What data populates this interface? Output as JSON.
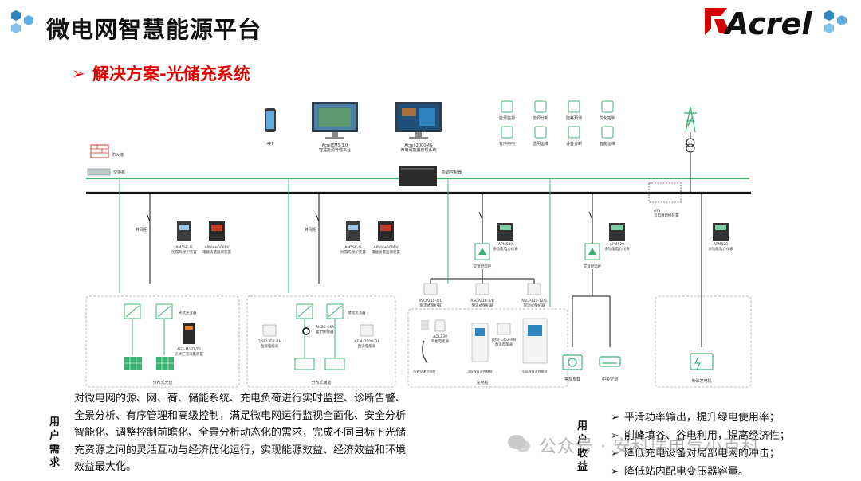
{
  "header": {
    "title": "微电网智慧能源平台",
    "brand": "Acrel"
  },
  "section": {
    "arrow": "➢",
    "subtitle": "解决方案-光储充系统"
  },
  "diagram": {
    "platforms": [
      {
        "label": "APP"
      },
      {
        "label1": "AcrelEMS 3.0",
        "label2": "智慧能源管理平台"
      },
      {
        "label1": "Acrel-2000MG",
        "label2": "微电网能量管理系统"
      }
    ],
    "functions": [
      "能源监视",
      "能源分析",
      "能耗预测",
      "优化控制",
      "有序用电",
      "透明运维",
      "设备诊断",
      "智能运维"
    ],
    "firewall": "防火墙",
    "switch": "交换机",
    "controller": "协调控制器",
    "ats": "ATS\n双电源切换装置",
    "breaker1": "并网柜",
    "breaker2": "并网柜",
    "relay1": {
      "a": "AM5SE-IS",
      "b": "防孤岛保护装置"
    },
    "pq1": {
      "a": "APView500PV",
      "b": "电能质量监测装置"
    },
    "relay2": {
      "a": "AM5SE-IS",
      "b": "防孤岛保护装置"
    },
    "pq2": {
      "a": "APView500PV",
      "b": "电能质量监测装置"
    },
    "meters": [
      {
        "a": "APM520",
        "b": "多功能电力仪表"
      },
      {
        "a": "APM520",
        "b": "多功能电力仪表"
      },
      {
        "a": "APM520",
        "b": "多功能电力仪表"
      }
    ],
    "cabinet1": "交流配电柜",
    "cabinet2": "交流配电柜",
    "protectors": [
      {
        "a": "ASCP210-4/D",
        "b": "限流式保护器"
      },
      {
        "a": "ASCP216-4/B",
        "b": "限流式保护器"
      },
      {
        "a": "ASCP310-12/5",
        "b": "限流式保护器"
      }
    ],
    "pv_inverter": "光伏逆变器",
    "storage_pcs": "储能变流器",
    "pv_box": {
      "a": "AGF-M12T/T5",
      "b": "光伏汇流采集装置"
    },
    "dc_meter1": {
      "a": "DJSF1352-RN",
      "b": "直流电能表"
    },
    "hall": {
      "a": "AHBC-CKA",
      "b": "霍尔传感器"
    },
    "ac_meter": {
      "a": "AEM-D100-TH",
      "b": "直流电能表"
    },
    "dc_meter2": {
      "a": "DJSF1352-RN",
      "b": "直流电能表"
    },
    "adl": {
      "a": "ADL239",
      "b": "单相电能表"
    },
    "ev_labels": [
      "7kW交流充电桩",
      "30kW直流充电桩",
      "60kW直流充电桩"
    ],
    "group_pv": "分布式光伏",
    "group_storage": "分布式储能",
    "group_charging": "充电桩",
    "load1": "常规负载",
    "load2": "中央空调",
    "diesel": "柴油发电机"
  },
  "user_needs": {
    "label": "用户需求",
    "text": "对微电网的源、网、荷、储能系统、充电负荷进行实时监控、诊断告警、全景分析、有序管理和高级控制，满足微电网运行监视全面化、安全分析智能化、调整控制前瞻化、全景分析动态化的需求，完成不同目标下光储充资源之间的灵活互动与经济优化运行，实现能源效益、经济效益和环境效益最大化。"
  },
  "user_benefits": {
    "label": "用户收益",
    "marker": "➢",
    "items": [
      "平滑功率输出，提升绿电使用率；",
      "削峰填谷、谷电利用，提高经济性；",
      "降低充电设备对局部电网的冲击；",
      "降低站内配电变压器容量。"
    ]
  },
  "watermark": "公众号 · 安科瑞电气小百科",
  "colors": {
    "accent": "#e00000",
    "line_green": "#3cb371",
    "hex_blue": "#2e86c1"
  }
}
